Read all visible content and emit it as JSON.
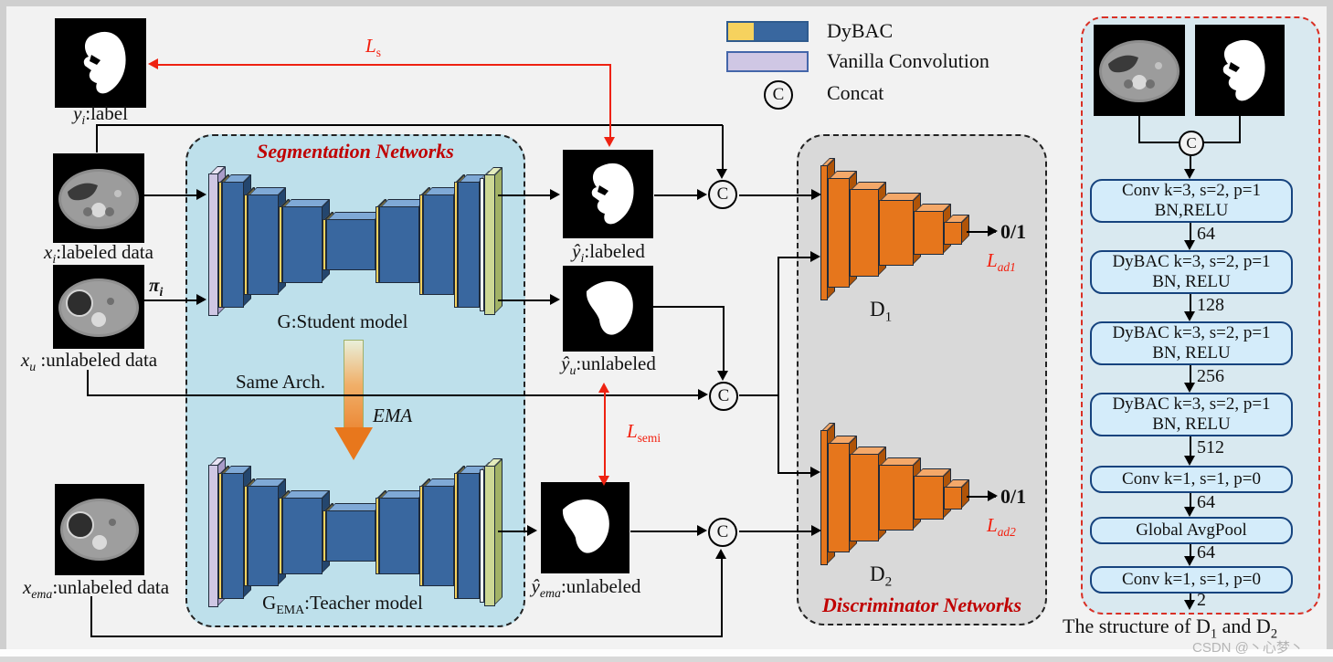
{
  "legend": {
    "dybac": "DyBAC",
    "vanilla": "Vanilla Convolution",
    "concat": "Concat",
    "concat_symbol": "C"
  },
  "inputs": {
    "yi": {
      "v": "y",
      "s": "i",
      "r": ":label"
    },
    "xi": {
      "v": "x",
      "s": "i",
      "r": ":labeled data"
    },
    "xu": {
      "v": "x",
      "s": "u",
      "r": " :unlabeled data"
    },
    "xema": {
      "v": "x",
      "s": "ema",
      "r": ":unlabeled data"
    },
    "pi": {
      "v": "π",
      "s": "i"
    }
  },
  "outputs": {
    "yhat_i": {
      "v": "ŷ",
      "s": "i",
      "r": ":labeled"
    },
    "yhat_u": {
      "v": "ŷ",
      "s": "u",
      "r": ":unlabeled"
    },
    "yhat_ema": {
      "v": "ŷ",
      "s": "ema",
      "r": ":unlabeled"
    }
  },
  "seg": {
    "title": "Segmentation Networks",
    "student": "G:Student model",
    "teacher_g": "G",
    "teacher_sub": "EMA",
    "teacher_rest": ":Teacher model",
    "same_arch": "Same Arch.",
    "ema": "EMA"
  },
  "disc": {
    "title": "Discriminator Networks",
    "d": "D",
    "d1_sub": "1",
    "d2_sub": "2",
    "out1": "0/1",
    "out2": "0/1"
  },
  "losses": {
    "ls_v": "L",
    "ls_s": "s",
    "lsemi_v": "L",
    "lsemi_s": "semi",
    "lad1_v": "L",
    "lad1_s": "ad1",
    "lad2_v": "L",
    "lad2_s": "ad2"
  },
  "structure": {
    "layers": [
      {
        "l1": "Conv k=3, s=2, p=1",
        "l2": "BN,RELU"
      },
      {
        "l1": "DyBAC k=3, s=2, p=1",
        "l2": "BN, RELU"
      },
      {
        "l1": "DyBAC k=3, s=2, p=1",
        "l2": "BN, RELU"
      },
      {
        "l1": "DyBAC k=3, s=2, p=1",
        "l2": "BN, RELU"
      },
      {
        "l1": "Conv k=1, s=1, p=0"
      },
      {
        "l1": "Global AvgPool"
      },
      {
        "l1": "Conv k=1, s=1, p=0"
      }
    ],
    "flow": [
      "64",
      "128",
      "256",
      "512",
      "64",
      "64",
      "2"
    ],
    "caption": {
      "p1": "The  structure of D",
      "s1": "1",
      "p2": " and D",
      "s2": "2"
    }
  },
  "watermark": "CSDN @丶心梦丶",
  "colors": {
    "seg_box_bg": "#bee0eb",
    "disc_box_bg": "#d9d9d9",
    "struct_box_bg": "#d9e9f0",
    "layer_box_bg": "#d4ecfa",
    "layer_box_border": "#16437e",
    "dybac_yellow": "#f6d25e",
    "dybac_blue": "#39679f",
    "vanilla_lavender": "#cfc7e4",
    "decoder_green": "#ccd794",
    "discriminator_orange": "#e6761c",
    "loss_red": "#ee2211",
    "title_red": "#c00000"
  }
}
